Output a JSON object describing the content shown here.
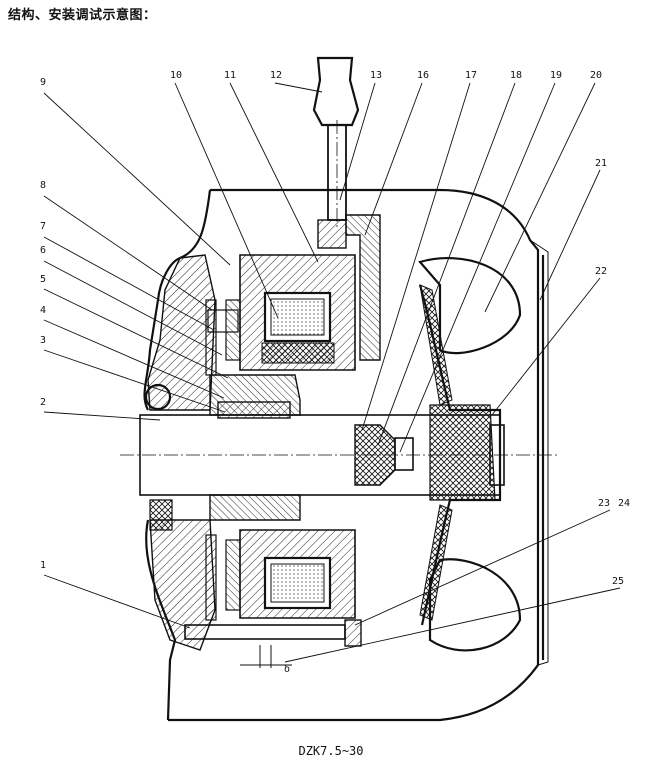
{
  "title": "结构、安装调试示意图：",
  "caption": "DZK7.5~30",
  "gap_symbol": "δ",
  "part_numbers": [
    "1",
    "2",
    "3",
    "4",
    "5",
    "6",
    "7",
    "8",
    "9",
    "10",
    "11",
    "12",
    "13",
    "16",
    "17",
    "18",
    "19",
    "20",
    "21",
    "22",
    "23",
    "24",
    "25"
  ]
}
